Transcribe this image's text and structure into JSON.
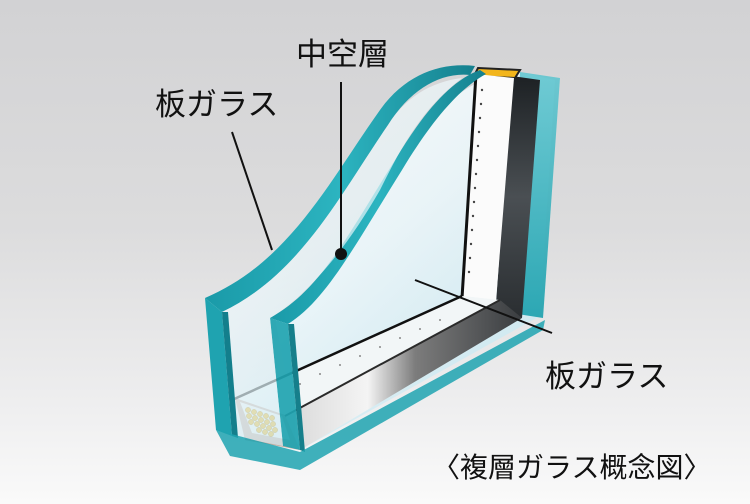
{
  "labels": {
    "hollow_layer": "中空層",
    "glass_left": "板ガラス",
    "glass_right": "板ガラス",
    "caption": "〈複層ガラス概念図〉"
  },
  "colors": {
    "background_top": "#d2d2d4",
    "background_bottom": "#fafafa",
    "glass_edge": "#1fa3b0",
    "glass_edge_dark": "#137f8c",
    "glass_face": "#e6f4f8",
    "spacer_dark": "#2f3336",
    "desiccant": "#f2b51c",
    "sealant": "#c9aca0",
    "leader_line": "#111111"
  },
  "diagram": {
    "subject": "double-glazed glass cross-section",
    "components": [
      "板ガラス (outer)",
      "中空層 (air gap)",
      "板ガラス (inner)",
      "spacer with desiccant",
      "sealant"
    ]
  }
}
